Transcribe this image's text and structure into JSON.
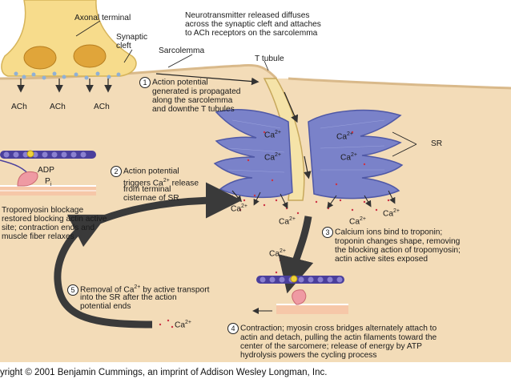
{
  "labels": {
    "axonal_terminal": "Axonal terminal",
    "synaptic_cleft_1": "Synaptic",
    "synaptic_cleft_2": "cleft",
    "sarcolemma": "Sarcolemma",
    "t_tubule": "T tubule",
    "nt_1": "Neurotransmitter released diffuses",
    "nt_2": "across the synaptic cleft and attaches",
    "nt_3": "to ACh receptors on the sarcolemma",
    "ach": "ACh",
    "sr": "SR",
    "adp": "ADP",
    "pi": "P",
    "pi_sub": "i",
    "ca": "Ca",
    "ca_sup": "2+"
  },
  "steps": {
    "s1_num": "1",
    "s1_l1": "Action potential",
    "s1_l2": "generated is propagated",
    "s1_l3": "along the sarcolemma",
    "s1_l4": "and downthe T tubules",
    "s2_num": "2",
    "s2_l1": "Action potential",
    "s2_l2a": "triggers Ca",
    "s2_l2b": " release",
    "s2_l3": "from terminal",
    "s2_l4": "cisternae of SR",
    "s3_num": "3",
    "s3_l1": "Calcium ions bind to troponin;",
    "s3_l2": "troponin changes shape, removing",
    "s3_l3": "the blocking action of tropomyosin;",
    "s3_l4": "actin active sites exposed",
    "s4_num": "4",
    "s4_l1": "Contraction; myosin cross bridges alternately attach to",
    "s4_l2": "actin and detach, pulling the actin filaments toward the",
    "s4_l3": "center of the sarcomere; release of energy by ATP",
    "s4_l4": "hydrolysis powers the cycling process",
    "s5_num": "5",
    "s5_l1a": "Removal of Ca",
    "s5_l1b": " by active transport",
    "s5_l2": "into the SR after the action",
    "s5_l3": "potential ends",
    "s6_l1": "Tropomyosin blockage",
    "s6_l2": "restored blocking actin active",
    "s6_l3": "site; contraction ends and",
    "s6_l4": "muscle fiber relaxes"
  },
  "copyright": "yright © 2001 Benjamin Cummings, an imprint of Addison Wesley Longman, Inc.",
  "colors": {
    "sarcoplasm": "#f3dcb8",
    "axon": "#f7dc8c",
    "sr": "#7a82c9",
    "arrow": "#3a3a3a",
    "actin": "#4a3f9c",
    "myosin": "#f0b7a8"
  }
}
